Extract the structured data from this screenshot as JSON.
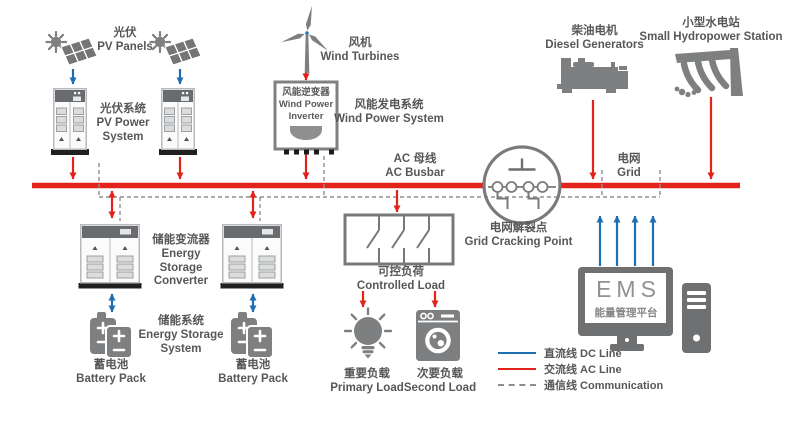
{
  "colors": {
    "ac_line": "#e2231c",
    "dc_line": "#1f6db3",
    "communication_line": "#8c8c8c",
    "icon_gray": "#7d7f80",
    "cabinet_header": "#686c6f",
    "text": "#575757"
  },
  "components": {
    "pv_panels": {
      "l1": "光伏",
      "l2": "PV Panels"
    },
    "pv_system": {
      "l1": "光伏系统",
      "l2": "PV Power",
      "l3": "System"
    },
    "wind_turbines": {
      "l1": "风机",
      "l2": "Wind Turbines"
    },
    "wind_inverter": {
      "l1": "风能逆变器",
      "l2": "Wind Power",
      "l3": "Inverter"
    },
    "wind_system": {
      "l1": "风能发电系统",
      "l2": "Wind Power System"
    },
    "ac_busbar": {
      "l1": "AC 母线",
      "l2": "AC Busbar"
    },
    "diesel": {
      "l1": "柴油电机",
      "l2": "Diesel Generators"
    },
    "hydro": {
      "l1": "小型水电站",
      "l2": "Small Hydropower Station"
    },
    "grid": {
      "l1": "电网",
      "l2": "Grid"
    },
    "grid_cracking": {
      "l1": "电网解裂点",
      "l2": "Grid Cracking Point"
    },
    "storage_converter": {
      "l1": "储能变流器",
      "l2": "Energy",
      "l3": "Storage",
      "l4": "Converter"
    },
    "storage_system": {
      "l1": "储能系统",
      "l2": "Energy Storage",
      "l3": "System"
    },
    "battery": {
      "l1": "蓄电池",
      "l2": "Battery Pack"
    },
    "controlled_load": {
      "l1": "可控负荷",
      "l2": "Controlled Load"
    },
    "primary_load": {
      "l1": "重要负载",
      "l2": "Primary Load"
    },
    "second_load": {
      "l1": "次要负载",
      "l2": "Second Load"
    },
    "ems": {
      "title": "EMS",
      "subtitle": "能量管理平台"
    }
  },
  "legend": {
    "items": [
      {
        "label": "直流线 DC Line",
        "color": "#1f6db3",
        "style": "solid"
      },
      {
        "label": "交流线 AC Line",
        "color": "#e2231c",
        "style": "solid"
      },
      {
        "label": "通信线 Communication",
        "color": "#8c8c8c",
        "style": "dashed"
      }
    ]
  },
  "icons": {
    "pv": "solar-panel-sun-icon",
    "wind": "wind-turbine-icon",
    "diesel": "diesel-generator-icon",
    "hydro": "hydropower-dam-icon",
    "pv_cabinet": "power-cabinet-icon",
    "storage_cabinet": "converter-cabinet-icon",
    "battery": "battery-pack-icon",
    "bulb": "light-bulb-icon",
    "washer": "washing-machine-icon",
    "ems_monitor": "monitor-icon",
    "ems_tower": "computer-tower-icon",
    "breaker": "grid-breaker-icon"
  }
}
